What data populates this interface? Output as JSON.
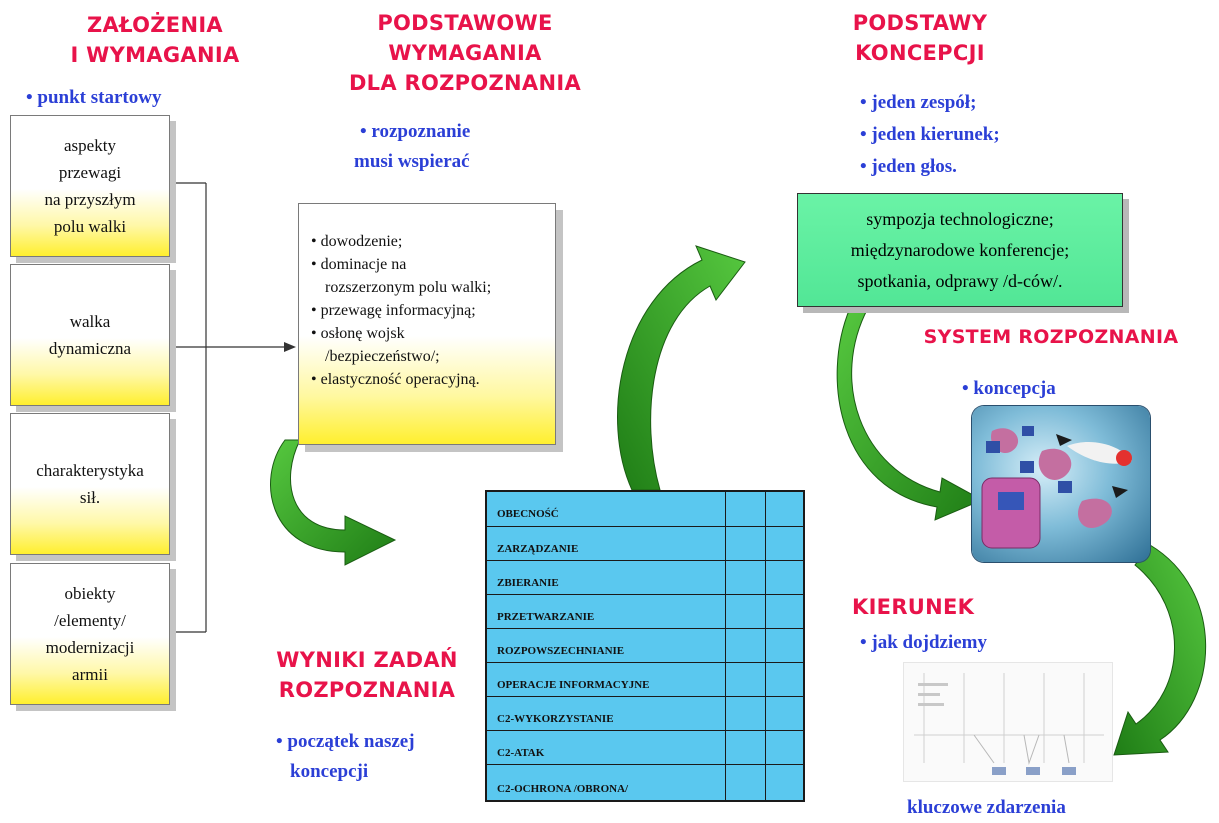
{
  "col1": {
    "heading_line1": "ZAŁOŻENIA",
    "heading_line2": "I WYMAGANIA",
    "bullet": "• punkt startowy",
    "boxes": [
      [
        "aspekty",
        "przewagi",
        "na przyszłym",
        "polu walki"
      ],
      [
        "walka",
        "dynamiczna"
      ],
      [
        "charakterystyka",
        "sił."
      ],
      [
        "obiekty",
        "/elementy/",
        "modernizacji",
        "armii"
      ]
    ]
  },
  "col2": {
    "heading_line1": "PODSTAWOWE",
    "heading_line2": "WYMAGANIA",
    "heading_line3": "DLA ROZPOZNANIA",
    "bullet_line1": "• rozpoznanie",
    "bullet_line2": "musi wspierać",
    "requirements": [
      "• dowodzenie;",
      "• dominacje na",
      "rozszerzonym polu walki;",
      "• przewagę informacyjną;",
      "• osłonę wojsk",
      "/bezpieczeństwo/;",
      "• elastyczność operacyjną."
    ]
  },
  "results": {
    "heading_line1": "WYNIKI ZADAŃ",
    "heading_line2": "ROZPOZNANIA",
    "bullet_line1": "• początek naszej",
    "bullet_line2": "koncepcji"
  },
  "table": {
    "rows": [
      "OBECNOŚĆ",
      "ZARZĄDZANIE",
      "ZBIERANIE",
      "PRZETWARZANIE",
      "ROZPOWSZECHNIANIE",
      "OPERACJE INFORMACYJNE",
      "C2-WYKORZYSTANIE",
      "C2-ATAK",
      "C2-OCHRONA /OBRONA/"
    ]
  },
  "col3": {
    "heading_line1": "PODSTAWY",
    "heading_line2": "KONCEPCJI",
    "bullets": [
      "• jeden zespół;",
      "• jeden kierunek;",
      "• jeden głos."
    ],
    "green_lines": [
      "sympozja technologiczne;",
      "międzynarodowe konferencje;",
      "spotkania, odprawy /d-ców/."
    ]
  },
  "system": {
    "heading": "SYSTEM ROZPOZNANIA",
    "bullet": "• koncepcja"
  },
  "direction": {
    "heading": "KIERUNEK",
    "bullet": "• jak dojdziemy",
    "caption": "kluczowe zdarzenia"
  },
  "colors": {
    "heading": "#e8134a",
    "bullet": "#2b3fd6",
    "arrow_green": "#2f9b22",
    "table_blue": "#5ac8ef",
    "green_box": "#5eee9e",
    "yellow": "#ffef2e"
  }
}
